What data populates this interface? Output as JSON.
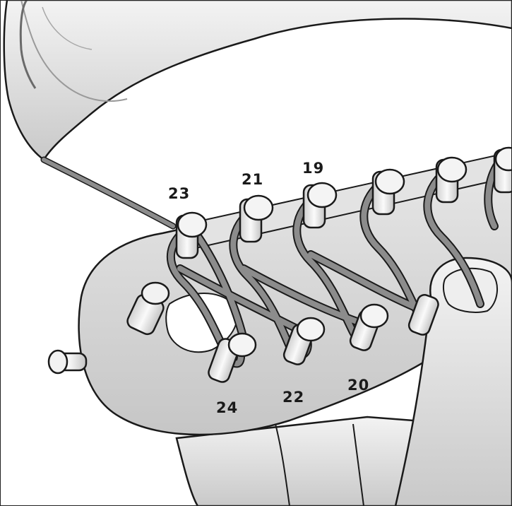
{
  "illustration": {
    "subject": "hands-knitting-loom-with-pegs",
    "colors": {
      "outline": "#1a1a1a",
      "skin": "#e4e4e4",
      "skin_shadow": "#b9b9b9",
      "loom": "#dcdcdc",
      "loom_shadow": "#b5b5b5",
      "peg": "#f1f1f1",
      "yarn": "#8c8c8c",
      "yarn_dark": "#5e5e5e"
    }
  },
  "peg_labels": {
    "p19": "19",
    "p20": "20",
    "p21": "21",
    "p22": "22",
    "p23": "23",
    "p24": "24"
  }
}
